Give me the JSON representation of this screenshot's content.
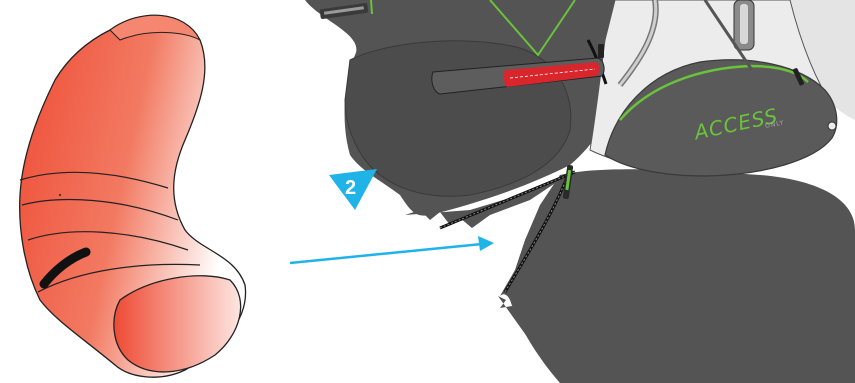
{
  "step": {
    "number": "2"
  },
  "brand": {
    "name": "ACCESS",
    "sub": "ONLY"
  },
  "colors": {
    "background": "#ffffff",
    "airbag_red": "#ef4b35",
    "harness_dark": "#545454",
    "harness_light": "#ececec",
    "accent_green": "#6ac33a",
    "arrow_blue": "#1fb3e8",
    "tab_red": "#d9262d"
  },
  "icons": [
    "airbag-protector-illustration",
    "harness-illustration",
    "direction-arrow-icon",
    "step-marker-icon",
    "zipper-icon"
  ]
}
